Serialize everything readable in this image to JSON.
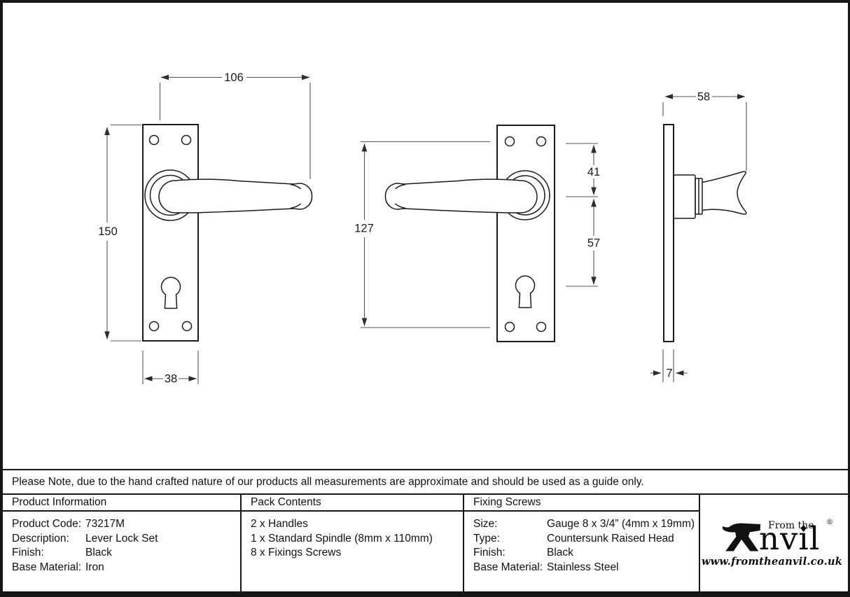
{
  "dimensions": {
    "lever_length": "106",
    "plate_height": "150",
    "plate_width": "38",
    "fixing_centres": "127",
    "top_to_spindle": "41",
    "spindle_to_keyhole": "57",
    "projection": "58",
    "plate_thickness": "7"
  },
  "note": "Please Note, due to the hand crafted nature of our products all measurements are approximate and should be used as a guide only.",
  "product_information": {
    "header": "Product Information",
    "rows": [
      {
        "label": "Product Code:",
        "value": "73217M"
      },
      {
        "label": "Description:",
        "value": "Lever Lock Set"
      },
      {
        "label": "Finish:",
        "value": "Black"
      },
      {
        "label": "Base Material:",
        "value": "Iron"
      }
    ]
  },
  "pack_contents": {
    "header": "Pack Contents",
    "items": [
      "2 x Handles",
      "1 x Standard Spindle (8mm x 110mm)",
      "8 x Fixings Screws"
    ]
  },
  "fixing_screws": {
    "header": "Fixing Screws",
    "rows": [
      {
        "label": "Size:",
        "value": "Gauge 8 x 3/4” (4mm x 19mm)"
      },
      {
        "label": "Type:",
        "value": "Countersunk Raised Head"
      },
      {
        "label": "Finish:",
        "value": "Black"
      },
      {
        "label": "Base Material:",
        "value": "Stainless Steel"
      }
    ]
  },
  "logo": {
    "tagline": "From the",
    "brand_prefix": "nv",
    "brand_i": "ı",
    "brand_suffix": "l",
    "tittle": "♦",
    "registered": "®",
    "url": "www.fromtheanvil.co.uk"
  },
  "colors": {
    "outline": "#1b1b1b",
    "dimension_line": "#555555",
    "text": "#111111",
    "background": "#ffffff"
  }
}
